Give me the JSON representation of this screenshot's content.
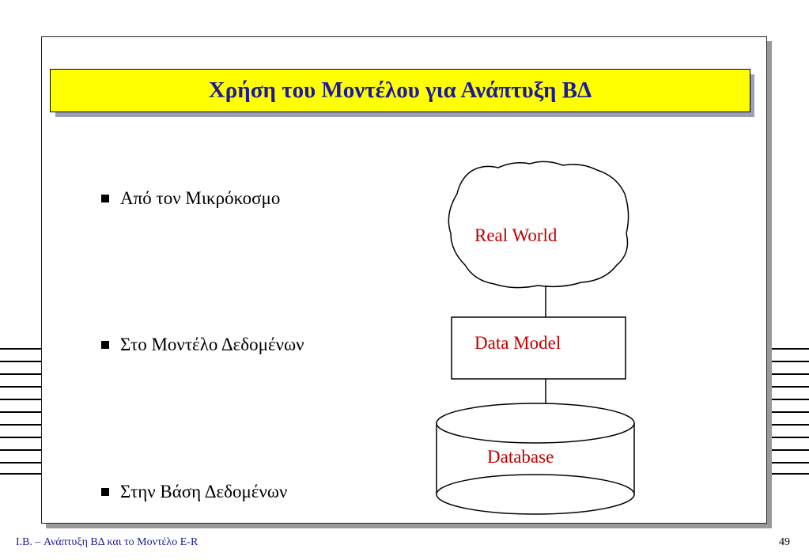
{
  "slide": {
    "title": "Χρήση του Μοντέλου για Ανάπτυξη ΒΔ",
    "bullets": [
      "Από τον Μικρόκοσμο",
      "Στο Μοντέλο Δεδομένων",
      "Στην Βάση Δεδομένων"
    ]
  },
  "diagram": {
    "real_world": "Real World",
    "data_model": "Data Model",
    "database": "Database"
  },
  "footer": {
    "left": "I.B. – Ανάπτυξη ΒΔ και το Μοντέλο E-R",
    "page_number": "49"
  },
  "colors": {
    "title_background": "#ffff00",
    "title_text": "#1a1a9a",
    "diagram_label": "#c00000"
  }
}
